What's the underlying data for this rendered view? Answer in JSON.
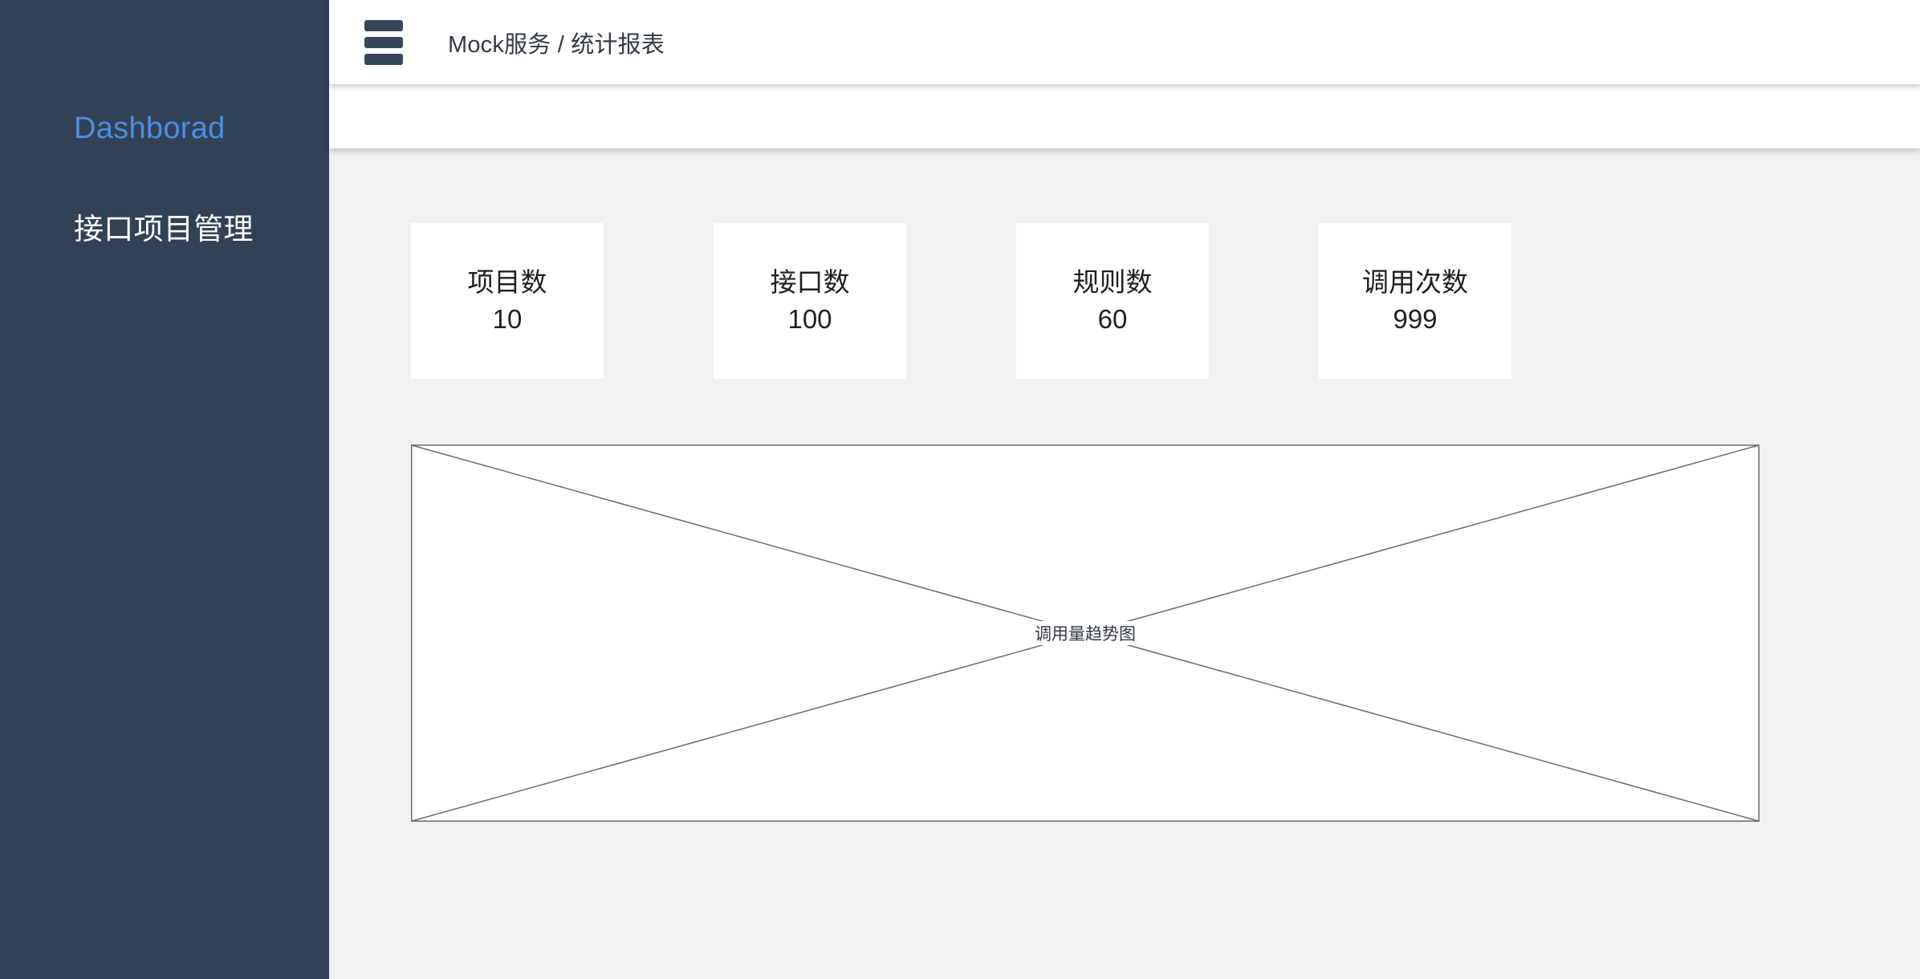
{
  "sidebar": {
    "items": [
      {
        "label": "Dashborad",
        "state": "active",
        "color": "#4a90e2"
      },
      {
        "label": "接口项目管理",
        "state": "normal",
        "color": "#ffffff"
      }
    ],
    "background": "#334155"
  },
  "header": {
    "menu_icon": "hamburger-icon",
    "breadcrumb": "Mock服务 / 统计报表",
    "breadcrumb_parts": [
      "Mock服务",
      "/",
      "统计报表"
    ]
  },
  "subheader": {
    "content": ""
  },
  "main": {
    "background": "#f1f1f1",
    "cards": [
      {
        "title": "项目数",
        "value": "10"
      },
      {
        "title": "接口数",
        "value": "100"
      },
      {
        "title": "规则数",
        "value": "60"
      },
      {
        "title": "调用次数",
        "value": "999"
      }
    ],
    "chart_placeholder": {
      "label": "调用量趋势图",
      "border_color": "#6b6b6b"
    }
  }
}
